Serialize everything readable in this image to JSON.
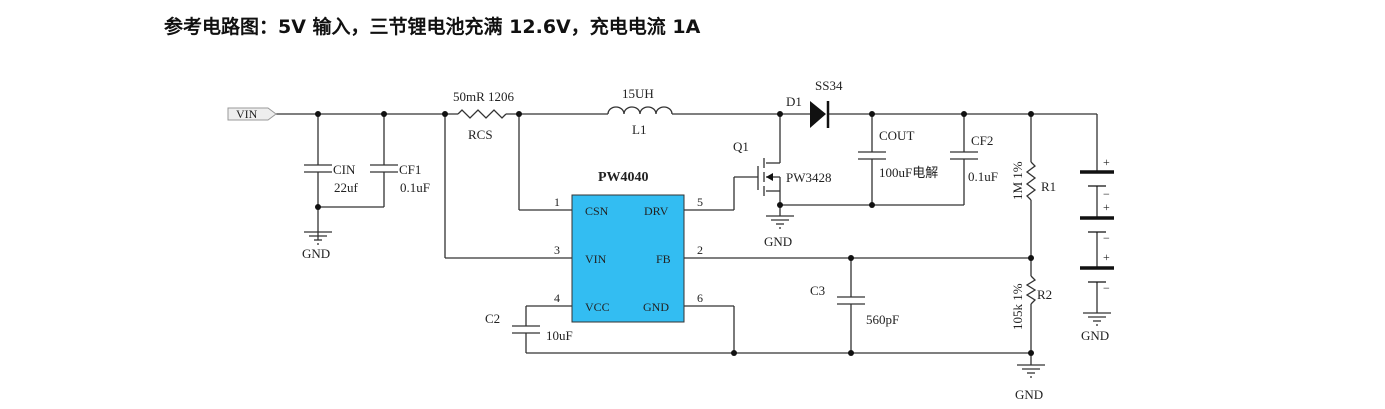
{
  "title": "参考电路图：5V 输入，三节锂电池充满 12.6V，充电电流 1A",
  "colors": {
    "wire": "#333333",
    "chip_fill": "#33bdf2",
    "port_fill": "#eeeeee"
  },
  "input_port": {
    "label": "VIN"
  },
  "ground_label": "GND",
  "chip": {
    "name": "PW4040",
    "pins": [
      {
        "num": "1",
        "name": "CSN"
      },
      {
        "num": "5",
        "name": "DRV"
      },
      {
        "num": "3",
        "name": "VIN"
      },
      {
        "num": "2",
        "name": "FB"
      },
      {
        "num": "4",
        "name": "VCC"
      },
      {
        "num": "6",
        "name": "GND"
      }
    ]
  },
  "components": {
    "cin": {
      "ref": "CIN",
      "value": "22uf"
    },
    "cf1": {
      "ref": "CF1",
      "value": "0.1uF"
    },
    "rcs": {
      "ref": "RCS",
      "value": "50mR 1206"
    },
    "l1": {
      "ref": "L1",
      "value": "15UH"
    },
    "q1": {
      "ref": "Q1",
      "value": "PW3428"
    },
    "d1": {
      "ref": "D1",
      "value": "SS34"
    },
    "cout": {
      "ref": "COUT",
      "value": "100uF电解"
    },
    "cf2": {
      "ref": "CF2",
      "value": "0.1uF"
    },
    "r1": {
      "ref": "R1",
      "value": "1M 1%"
    },
    "r2": {
      "ref": "R2",
      "value": "105k 1%"
    },
    "c2": {
      "ref": "C2",
      "value": "10uF"
    },
    "c3": {
      "ref": "C3",
      "value": "560pF"
    }
  },
  "battery": {
    "cells": 3,
    "plus": "+",
    "minus": "−"
  }
}
